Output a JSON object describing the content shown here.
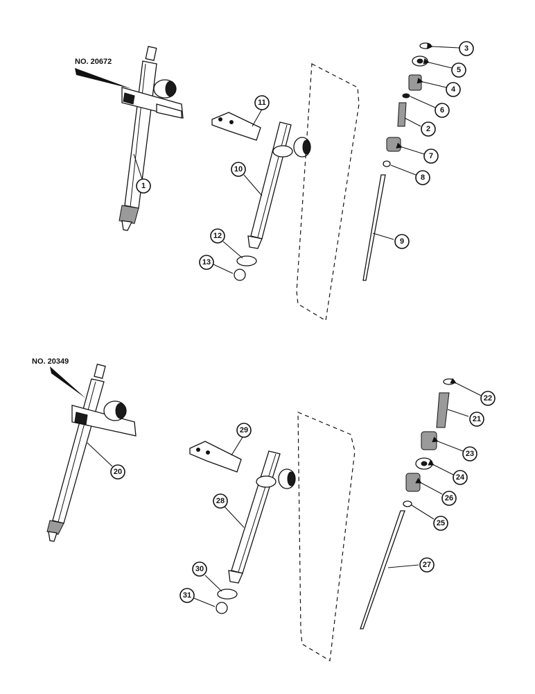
{
  "assemblies": [
    {
      "label": "NO. 20672"
    },
    {
      "label": "NO. 20349"
    }
  ],
  "callouts": {
    "c1": "1",
    "c2": "2",
    "c3": "3",
    "c4": "4",
    "c5": "5",
    "c6": "6",
    "c7": "7",
    "c8": "8",
    "c9": "9",
    "c10": "10",
    "c11": "11",
    "c12": "12",
    "c13": "13",
    "c20": "20",
    "c21": "21",
    "c22": "22",
    "c23": "23",
    "c24": "24",
    "c25": "25",
    "c26": "26",
    "c27": "27",
    "c28": "28",
    "c29": "29",
    "c30": "30",
    "c31": "31"
  }
}
